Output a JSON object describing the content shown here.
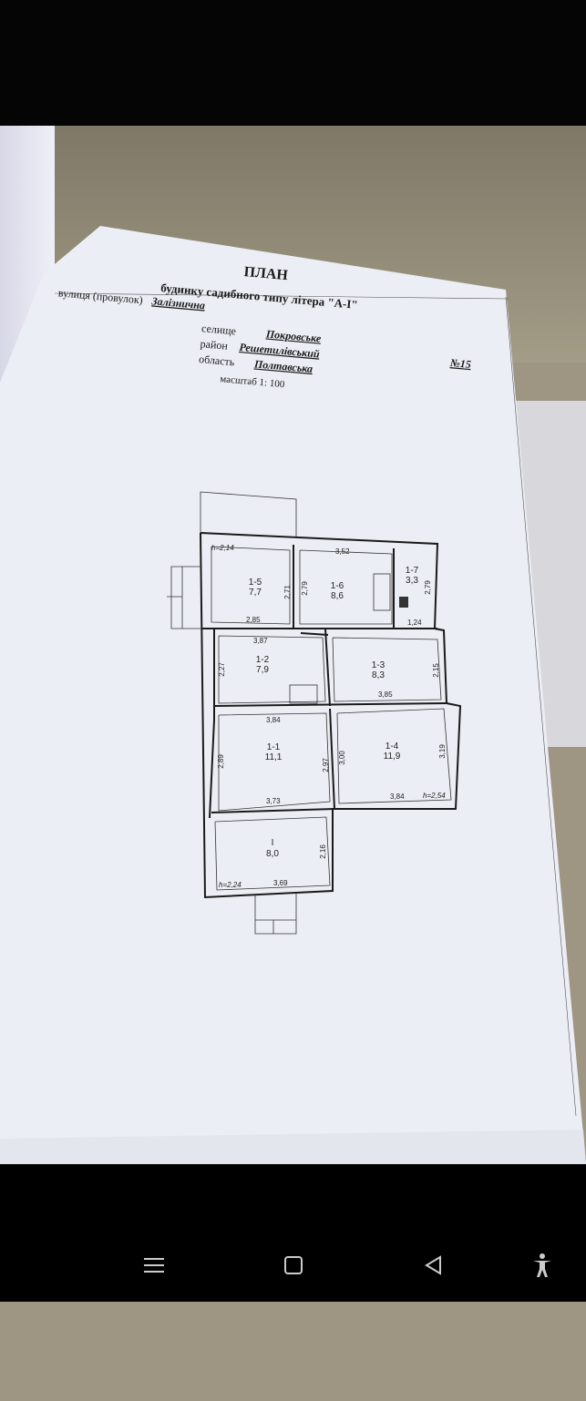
{
  "document": {
    "title": "ПЛАН",
    "subtitle": "будинку садибного типу літера \"А-І\"",
    "street_label": "вулиця (провулок)",
    "street_value": "Залізнична",
    "village_label": "селище",
    "village_value": "Покровське",
    "district_label": "район",
    "district_value": "Решетилівський",
    "region_label": "область",
    "region_value": "Полтавська",
    "scale": "масштаб 1: 100",
    "number": "№15"
  },
  "plan": {
    "rooms": [
      {
        "id": "1-5",
        "area": "7,7"
      },
      {
        "id": "1-6",
        "area": "8,6"
      },
      {
        "id": "1-7",
        "area": "3,3"
      },
      {
        "id": "1-2",
        "area": "7,9"
      },
      {
        "id": "1-3",
        "area": "8,3"
      },
      {
        "id": "1-1",
        "area": "11,1"
      },
      {
        "id": "1-4",
        "area": "11,9"
      },
      {
        "id": "I",
        "area": "8,0"
      }
    ],
    "dimensions": {
      "h_top": "h=2,14",
      "d352": "3,52",
      "d271": "2,71",
      "d279a": "2,79",
      "d279b": "2,79",
      "d285": "2,85",
      "d124": "1,24",
      "d387": "3,87",
      "d227": "2,27",
      "d215": "2,15",
      "d385": "3,85",
      "d384a": "3,84",
      "d289": "2,89",
      "d297": "2,97",
      "d300": "3,00",
      "d319": "3,19",
      "d373": "3,73",
      "d384b": "3,84",
      "h_254": "h=2,54",
      "d216": "2,16",
      "h_224": "h=2,24",
      "d369": "3,69"
    }
  },
  "nav": {
    "menu_icon": "menu-icon",
    "home_icon": "home-icon",
    "back_icon": "back-icon",
    "accessibility_icon": "accessibility-icon"
  }
}
